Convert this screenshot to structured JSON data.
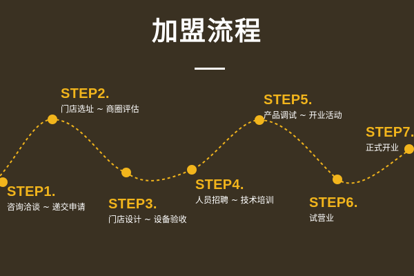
{
  "title": "加盟流程",
  "accent_color": "#f2b51c",
  "background_color": "#3a3122",
  "steps": [
    {
      "label": "STEP1.",
      "desc": "咨询洽谈 ~ 递交申请"
    },
    {
      "label": "STEP2.",
      "desc": "门店选址 ~ 商圈评估"
    },
    {
      "label": "STEP3.",
      "desc": "门店设计 ~ 设备验收"
    },
    {
      "label": "STEP4.",
      "desc": "人员招聘 ~ 技术培训"
    },
    {
      "label": "STEP5.",
      "desc": "产品调试 ~ 开业活动"
    },
    {
      "label": "STEP6.",
      "desc": "试营业"
    },
    {
      "label": "STEP7.",
      "desc": "正式开业"
    }
  ]
}
